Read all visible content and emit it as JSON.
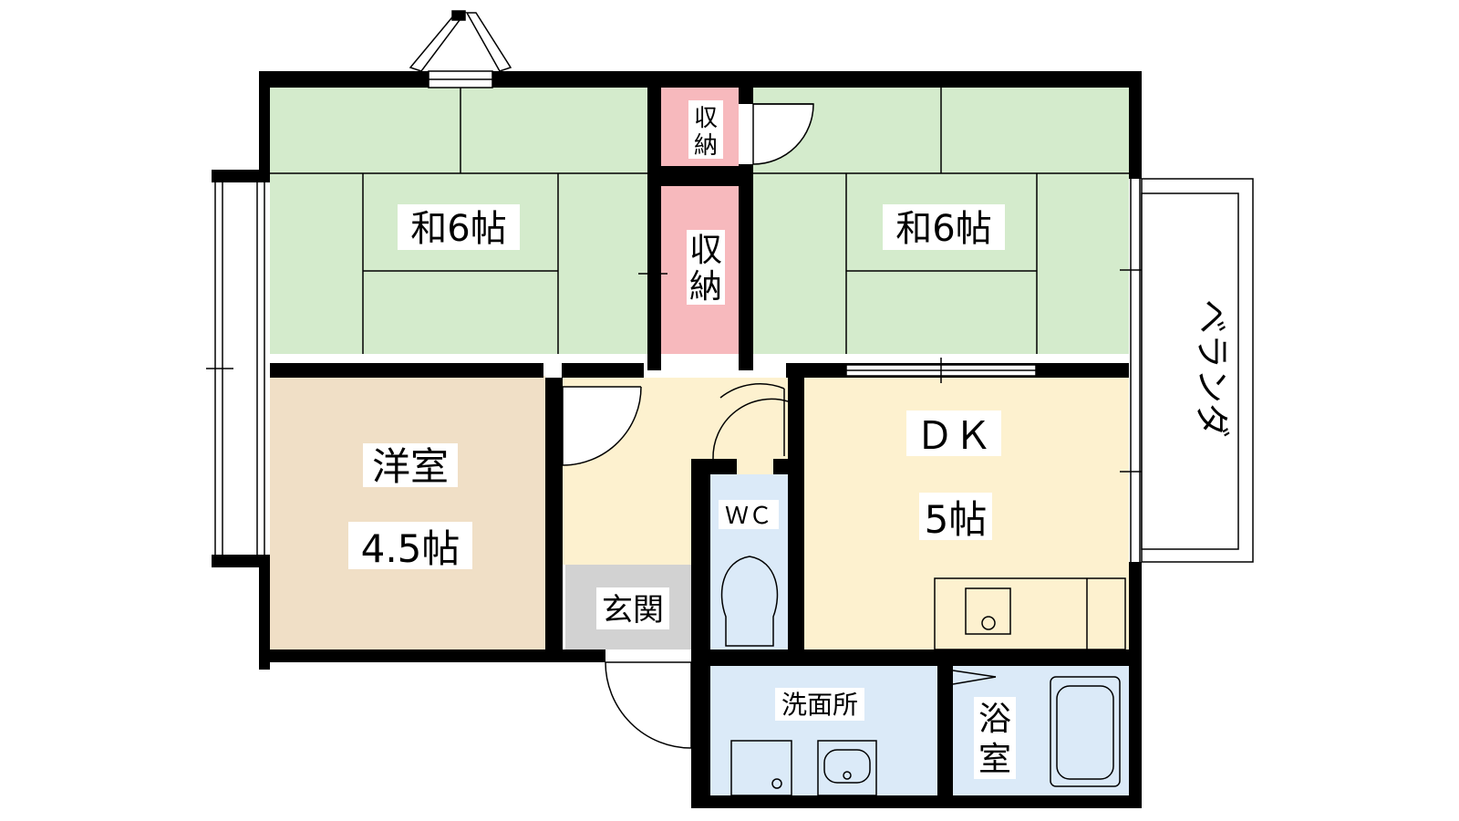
{
  "rooms": {
    "washitsu_left": {
      "name": "和6帖"
    },
    "washitsu_right": {
      "name": "和6帖"
    },
    "storage_top": {
      "name_line1": "収",
      "name_line2": "納"
    },
    "storage_mid": {
      "name_line1": "収",
      "name_line2": "納"
    },
    "youshitsu": {
      "name": "洋室",
      "size": "4.5帖"
    },
    "dk": {
      "name": "ＤＫ",
      "size": "5帖"
    },
    "wc": {
      "name": "ＷＣ"
    },
    "genkan": {
      "name": "玄関"
    },
    "senmenjo": {
      "name": "洗面所"
    },
    "yokushitsu": {
      "name_line1": "浴",
      "name_line2": "室"
    },
    "veranda": {
      "name": "ベランダ"
    }
  },
  "colors": {
    "tatami": "#d4ebcc",
    "storage": "#f7b9bd",
    "youshitsu": "#f0dfc6",
    "dk": "#fdf1cf",
    "wet": "#dbeaf8",
    "genkan": "#d2d2d2",
    "wall": "#000000"
  }
}
